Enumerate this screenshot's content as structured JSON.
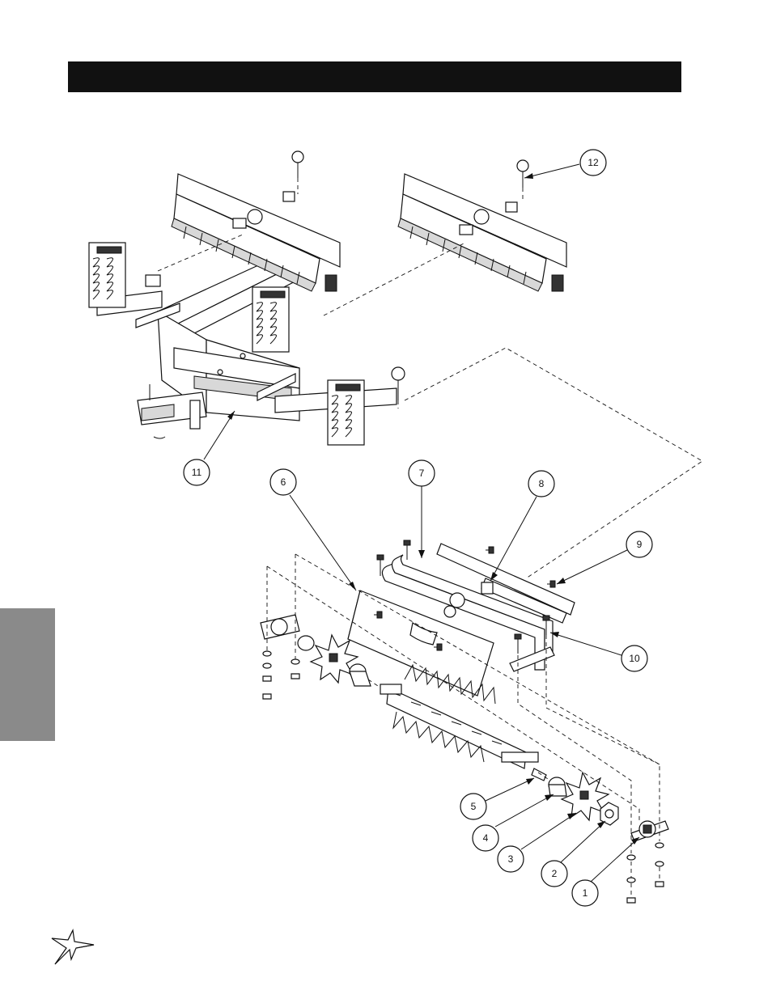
{
  "callouts": [
    {
      "id": "c1",
      "label": "1"
    },
    {
      "id": "c2",
      "label": "2"
    },
    {
      "id": "c3",
      "label": "3"
    },
    {
      "id": "c4",
      "label": "4"
    },
    {
      "id": "c5",
      "label": "5"
    },
    {
      "id": "c6",
      "label": "6"
    },
    {
      "id": "c7",
      "label": "7"
    },
    {
      "id": "c8",
      "label": "8"
    },
    {
      "id": "c9",
      "label": "9"
    },
    {
      "id": "c10",
      "label": "10"
    },
    {
      "id": "c11",
      "label": "11"
    },
    {
      "id": "c12",
      "label": "12"
    }
  ],
  "colors": {
    "title_bar": "#111111",
    "side_tab": "#8a8a8a",
    "line": "#111111"
  },
  "icons": {
    "logo": "star-logo-icon"
  }
}
